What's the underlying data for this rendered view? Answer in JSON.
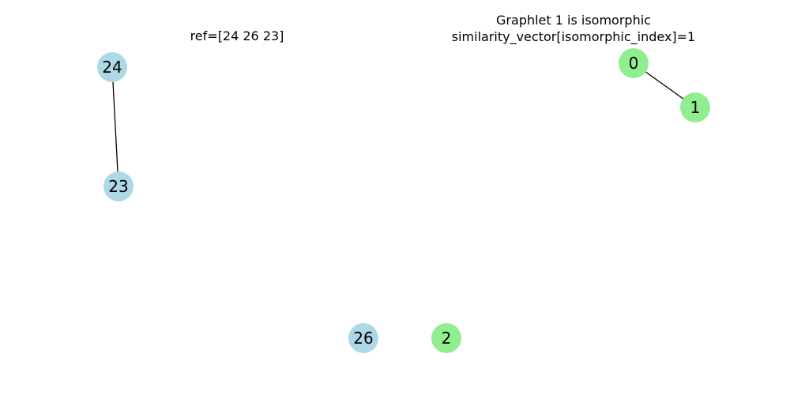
{
  "colors": {
    "ref": "#add8e6",
    "graphlet": "#90ee90",
    "edge": "#000000"
  },
  "left_graph": {
    "title": "ref=[24 26 23]",
    "nodes": [
      {
        "id": "24",
        "label": "24"
      },
      {
        "id": "23",
        "label": "23"
      },
      {
        "id": "26",
        "label": "26"
      }
    ],
    "edges": [
      [
        "24",
        "23"
      ]
    ]
  },
  "right_graph": {
    "title_line1": "Graphlet 1 is isomorphic",
    "title_line2": "similarity_vector[isomorphic_index]=1",
    "nodes": [
      {
        "id": "0",
        "label": "0"
      },
      {
        "id": "1",
        "label": "1"
      },
      {
        "id": "2",
        "label": "2"
      }
    ],
    "edges": [
      [
        "0",
        "1"
      ]
    ]
  }
}
